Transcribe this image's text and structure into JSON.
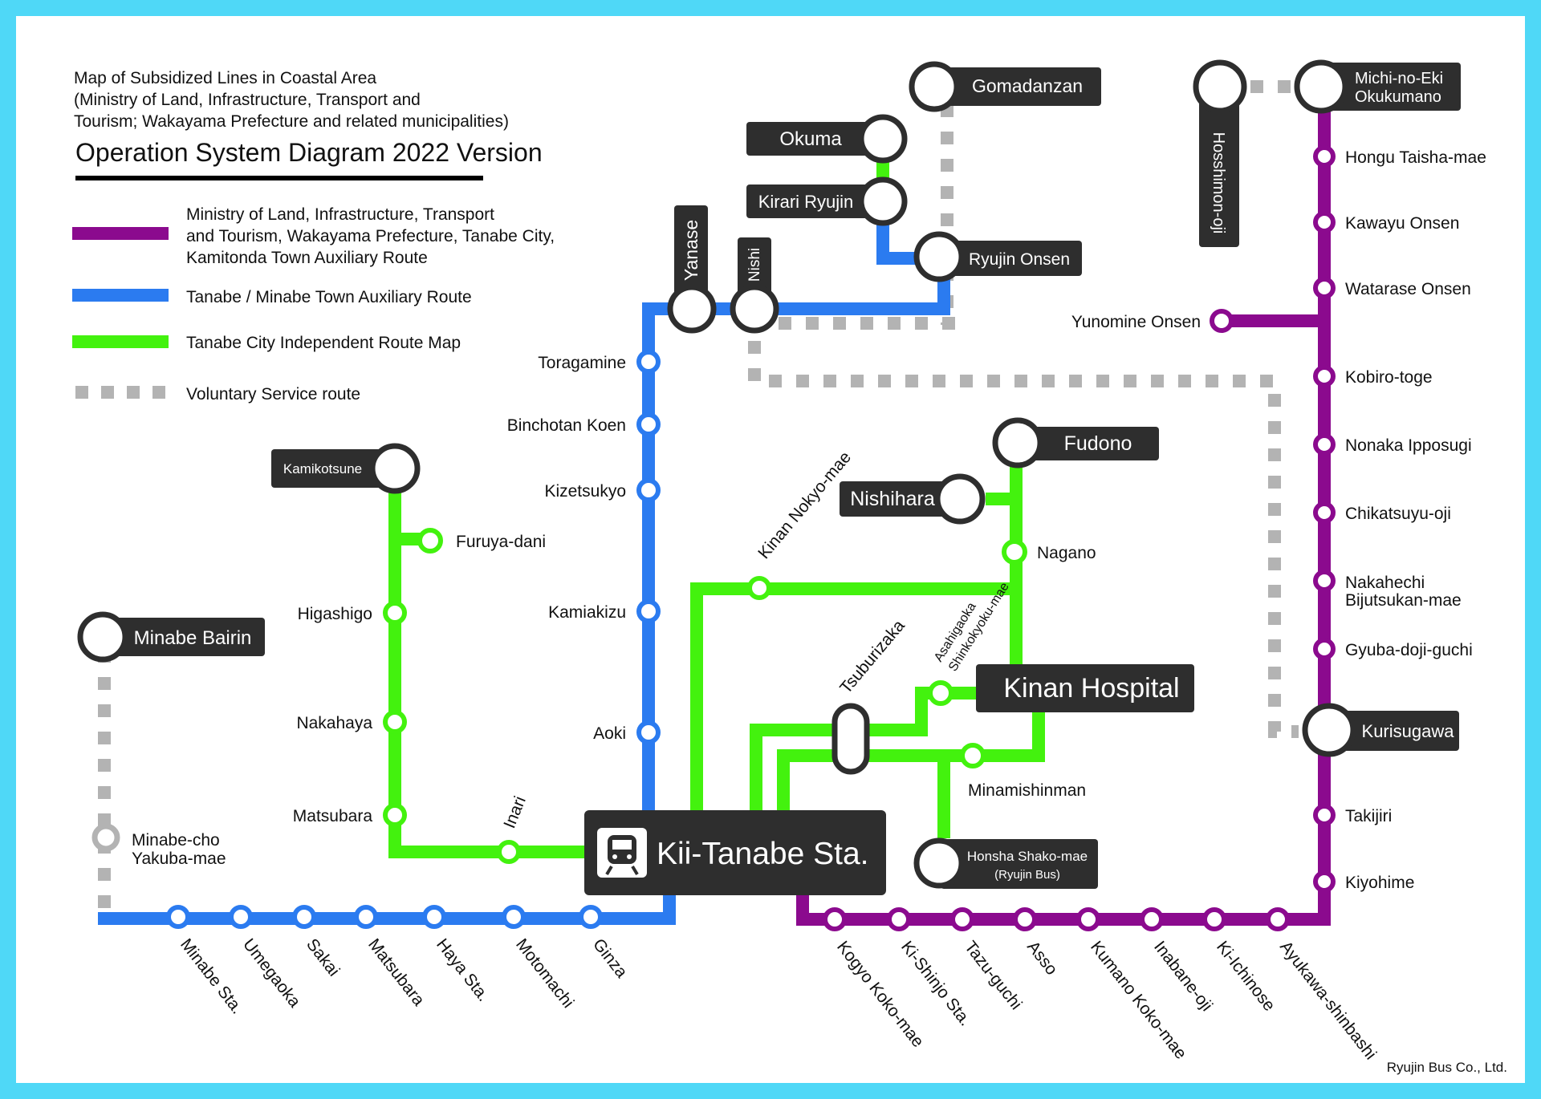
{
  "header": {
    "subtitle_lines": [
      "Map of Subsidized Lines in Coastal Area",
      "(Ministry of Land, Infrastructure, Transport and",
      "Tourism; Wakayama Prefecture and related municipalities)"
    ],
    "title": "Operation System Diagram 2022 Version"
  },
  "legend": [
    {
      "key": "purple",
      "color": "#8B0A8E",
      "lines": [
        "Ministry of Land, Infrastructure, Transport",
        "and Tourism, Wakayama Prefecture, Tanabe City,",
        "Kamitonda Town Auxiliary Route"
      ]
    },
    {
      "key": "blue",
      "color": "#2B7BF0",
      "lines": [
        "Tanabe / Minabe Town Auxiliary Route"
      ]
    },
    {
      "key": "green",
      "color": "#43F20E",
      "lines": [
        "Tanabe City Independent Route Map"
      ]
    },
    {
      "key": "gray",
      "color": "#B3B3B3",
      "lines": [
        "Voluntary Service route"
      ]
    }
  ],
  "colors": {
    "border": "#4FD8F7",
    "purple": "#8B0A8E",
    "blue": "#2B7BF0",
    "green": "#43F20E",
    "gray": "#B3B3B3",
    "box": "#2E2E2E"
  },
  "hub": {
    "name": "Kii-Tanabe Sta.",
    "icon": "train-icon"
  },
  "boxed_stations": {
    "gomadanzan": "Gomadanzan",
    "okuma": "Okuma",
    "kirari_ryujin": "Kirari Ryujin",
    "ryujin_onsen": "Ryujin Onsen",
    "yanase": "Yanase",
    "nishi": "Nishi",
    "hosshimon_oji": "Hosshimon-oji",
    "michi_no_eki": [
      "Michi-no-Eki",
      "Okukumano"
    ],
    "kamikotsune": "Kamikotsune",
    "minabe_bairin": "Minabe Bairin",
    "fudono": "Fudono",
    "nishihara": "Nishihara",
    "kinan_hospital": "Kinan Hospital",
    "honsha_shako_mae": [
      "Honsha Shako-mae",
      "(Ryujin Bus)"
    ],
    "kurisugawa": "Kurisugawa"
  },
  "purple_stops": {
    "hongu_taisha_mae": "Hongu Taisha-mae",
    "kawayu_onsen": "Kawayu Onsen",
    "watarase_onsen": "Watarase Onsen",
    "yunomine_onsen": "Yunomine Onsen",
    "kobiro_toge": "Kobiro-toge",
    "nonaka_ipposugi": "Nonaka Ipposugi",
    "chikatsuyu_oji": "Chikatsuyu-oji",
    "nakahechi": [
      "Nakahechi",
      "Bijutsukan-mae"
    ],
    "gyuba_doji_guchi": "Gyuba-doji-guchi",
    "takijiri": "Takijiri",
    "kiyohime": "Kiyohime"
  },
  "purple_bottom": [
    "Kogyo Koko-mae",
    "Ki-Shinjo Sta.",
    "Tazu-guchi",
    "Asso",
    "Kumano Koko-mae",
    "Inabane-oji",
    "Ki-Ichinose",
    "Ayukawa-shinbashi"
  ],
  "blue_stops": {
    "toragamine": "Toragamine",
    "binchotan_koen": "Binchotan Koen",
    "kizetsukyo": "Kizetsukyo",
    "kamiakizu": "Kamiakizu",
    "aoki": "Aoki"
  },
  "blue_bottom": [
    "Minabe Sta.",
    "Umegaoka",
    "Sakai",
    "Matsubara",
    "Haya Sta.",
    "Motomachi",
    "Ginza"
  ],
  "green_stops": {
    "furuya_dani": "Furuya-dani",
    "higashigo": "Higashigo",
    "nakahaya": "Nakahaya",
    "matsubara": "Matsubara",
    "inari": "Inari",
    "kinan_nokyo_mae": "Kinan Nokyo-mae",
    "nagano": "Nagano",
    "tsuburizaka": "Tsuburizaka",
    "asahigaoka": [
      "Asahigaoka",
      "Shinkokyoku-mae"
    ],
    "minamishinman": "Minamishinman"
  },
  "gray_stops": {
    "minabe_cho": [
      "Minabe-cho",
      "Yakuba-mae"
    ]
  },
  "footer": {
    "credit": "Ryujin Bus Co., Ltd."
  }
}
